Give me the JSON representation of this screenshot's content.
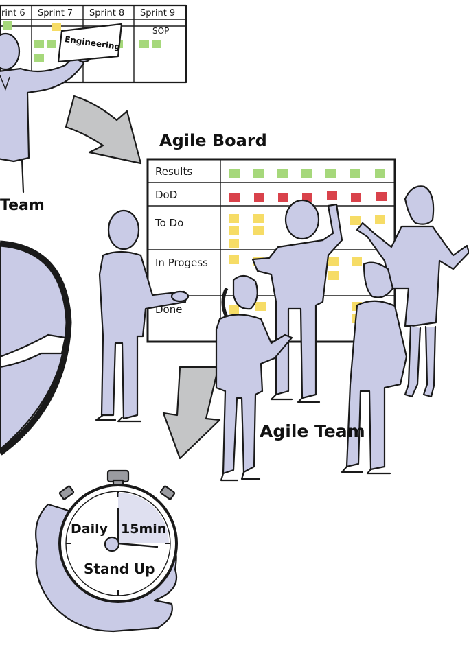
{
  "sprint_board": {
    "columns": [
      "rint 6",
      "Sprint 7",
      "Sprint 8",
      "Sprint 9"
    ],
    "sop_label": "SOP",
    "sign_label": "Engineering"
  },
  "left_team_label": "Team",
  "agile_board": {
    "title": "Agile Board",
    "rows": [
      "Results",
      "DoD",
      "To Do",
      "In Progess",
      "Done"
    ]
  },
  "agile_team_label": "Agile Team",
  "stopwatch": {
    "daily": "Daily",
    "minutes": "15min",
    "standup": "Stand Up"
  },
  "colors": {
    "figure": "#c9cbe6",
    "arrow": "#c4c5c6",
    "note_green": "#a6d87b",
    "note_red": "#d9424b",
    "note_yellow": "#f6dc66"
  }
}
